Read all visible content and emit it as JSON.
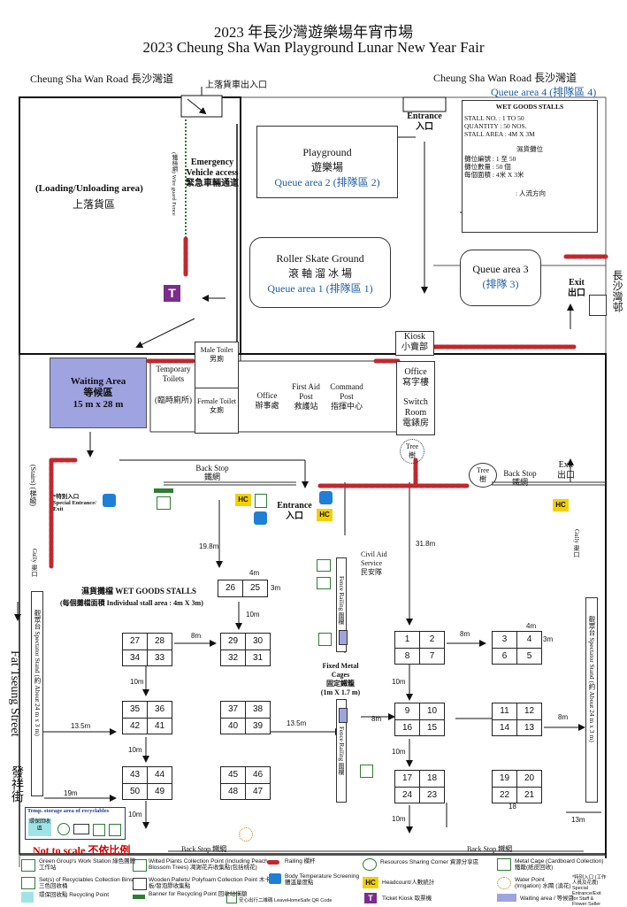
{
  "title_zh": "2023 年長沙灣遊樂場年宵市場",
  "title_en": "2023 Cheung Sha Wan Playground Lunar New Year Fair",
  "roads": {
    "top_left": "Cheung Sha Wan Road  長沙灣道",
    "top_right": "Cheung Sha Wan Road  長沙灣道",
    "loading_gate": "上落貨車出入口",
    "right_side": "長沙灣邨",
    "left_side_en": "Fat Tseung Street",
    "left_side_zh": "發祥街"
  },
  "areas": {
    "queue4": "Queue area 4 (排隊區 4)",
    "loading_en": "(Loading/Unloading area)",
    "loading_zh": "上落貨區",
    "wire_fence": "(鐵絲網) Wire guard Fence",
    "emergency_en1": "Emergency",
    "emergency_en2": "Vehicle access",
    "emergency_zh": "緊急車輛通道",
    "entrance_top_en": "Entrance",
    "entrance_top_zh": "入口",
    "playground_en": "Playground",
    "playground_zh": "遊樂場",
    "queue2": "Queue area 2 (排隊區 2)",
    "roller_en": "Roller Skate Ground",
    "roller_zh": "滾 軸 溜 冰 場",
    "queue1": "Queue area 1 (排隊區 1)",
    "queue3_en": "Queue area 3",
    "queue3_zh": "(排隊 3)",
    "exit_right_en": "Exit",
    "exit_right_zh": "出口",
    "kiosk_en": "Kiosk",
    "kiosk_zh": "小賣部",
    "waiting_en": "Waiting Area",
    "waiting_zh": "等候區",
    "waiting_size": "15 m x 28 m",
    "temp_toilets_en": "Temporary Toilets",
    "temp_toilets_zh": "(臨時廁所)",
    "male_toilet_en": "Male Toilet",
    "male_toilet_zh": "男廁",
    "female_toilet_en": "Female Toilet",
    "female_toilet_zh": "女廁",
    "office_en": "Office",
    "office_zh": "辦事處",
    "firstaid_en": "First Aid Post",
    "firstaid_zh": "救護站",
    "command_en": "Command Post",
    "command_zh": "指揮中心",
    "office2_en": "Office",
    "office2_zh": "寫字樓",
    "switch_en": "Switch Room",
    "switch_zh": "電錶房",
    "tree_en": "Tree",
    "tree_zh": "樹",
    "back_stop": "Back Stop",
    "back_stop_zh": "鐵網",
    "exit_mid_en": "Exit",
    "exit_mid_zh": "出口",
    "entrance_mid_en": "Entrance",
    "entrance_mid_zh": "入口",
    "special_entrance": "*特別入口 Special Entrance/ Exit",
    "stairs": "(Stairs) (梯級)",
    "gully_left": "Gully 渠口",
    "gully_right": "Gully 渠口",
    "spectator_left": "觀眾台  Spectator Stand  (約 About 24 m x 3 m)",
    "spectator_right": "觀眾台  Spectator Stand  (約 About 24 m x 3 m)",
    "civil_aid_en": "Civil Aid Service",
    "civil_aid_zh": "民安隊",
    "fence_railing": "Fence Railing 圍欄",
    "metal_cages_en": "Fixed Metal Cages",
    "metal_cages_zh": "固定鐵籠",
    "metal_cages_size": "(1m X 1.7 m)",
    "wet_goods_title": "濕貨攤檔 WET GOODS STALLS",
    "wet_goods_sub": "(每個攤檔面積 Individual stall area : 4m X 3m)",
    "temp_storage": "Temp. storage area of recyclables",
    "recycling_badge": "環保回收區",
    "not_to_scale": "Not to scale  不依比例"
  },
  "info_box": {
    "title": "WET GOODS STALLS",
    "lines_en": [
      "STALL NO.      :  1 TO 50",
      "QUANTITY      :  50 NOS.",
      "STALL AREA    :  4M X 3M"
    ],
    "title_zh": "濕貨攤位",
    "lines_zh": [
      "攤位編號      :  1 至 50",
      "攤位數量      :  50 個",
      "每個面積      :  4米 X 3米"
    ],
    "flow_label": ": 人流方向"
  },
  "stalls": [
    [
      "26",
      "25",
      "",
      ""
    ],
    [
      "27",
      "28",
      "34",
      "33"
    ],
    [
      "29",
      "30",
      "32",
      "31"
    ],
    [
      "35",
      "36",
      "42",
      "41"
    ],
    [
      "37",
      "38",
      "40",
      "39"
    ],
    [
      "43",
      "44",
      "50",
      "49"
    ],
    [
      "45",
      "46",
      "48",
      "47"
    ],
    [
      "1",
      "2",
      "8",
      "7"
    ],
    [
      "3",
      "4",
      "6",
      "5"
    ],
    [
      "9",
      "10",
      "16",
      "15"
    ],
    [
      "11",
      "12",
      "14",
      "13"
    ],
    [
      "17",
      "18",
      "24",
      "23"
    ],
    [
      "19",
      "20",
      "22",
      "21"
    ]
  ],
  "distances": {
    "d_19_8": "19.8m",
    "d_4m_a": "4m",
    "d_3m_a": "3m",
    "d_10m_a": "10m",
    "d_8m_a": "8m",
    "d_10m_b": "10m",
    "d_13_5_a": "13.5m",
    "d_10m_c": "10m",
    "d_13_5_b": "13.5m",
    "d_19m": "19m",
    "d_10m_d": "10m",
    "d_31_8": "31.8m",
    "d_4m_b": "4m",
    "d_3m_b": "3m",
    "d_8m_b": "8m",
    "d_10m_e": "10m",
    "d_8m_c": "8m",
    "d_8m_d": "8m",
    "d_10m_f": "10m",
    "d_18": "18",
    "d_10m_g": "10m",
    "d_13m": "13m"
  },
  "legend": [
    {
      "icon": "green-group-icon",
      "text": "Green Group's Work Station 綠色團體工作站"
    },
    {
      "icon": "recyclables-bins-icon",
      "text": "Set(s) of Recyclables Collection Bins 三色回收桶"
    },
    {
      "icon": "recycling-point-icon",
      "text": "環保回收點 Recycling Point"
    },
    {
      "icon": "wilted-plants-icon",
      "text": "Wilted Plants Collection Point (including Peach Blossom Trees) 凋謝花卉收集點(包括桃花)"
    },
    {
      "icon": "pallets-icon",
      "text": "Wooden Pallets/ Polyfoam Collection Point 木卡板/發泡膠收集點"
    },
    {
      "icon": "banner-icon",
      "text": "Banner for Recycling Point 回收站橫額"
    },
    {
      "icon": "qr-code-icon",
      "text": "安心出行二維碼 LeaveHomeSafe QR Code"
    },
    {
      "icon": "railing-icon",
      "text": "Railing 欄杆"
    },
    {
      "icon": "thermometer-icon",
      "text": "Body Temperature Screening 體溫量度點"
    },
    {
      "icon": "resources-sharing-icon",
      "text": "Resources Sharing Corner 資源分享區"
    },
    {
      "icon": "headcount-icon",
      "text": "Headcount/人數統計"
    },
    {
      "icon": "ticket-kiosk-icon",
      "text": "Ticket Kiosk 取票機"
    },
    {
      "icon": "metal-cage-icon",
      "text": "Metal Cage (Cardboard Collection) 鐵籠(紙皮回收)"
    },
    {
      "icon": "water-point-icon",
      "text": "Water Point (Irrigation) 水閘 (澆花)"
    },
    {
      "icon": "special-entrance-icon",
      "text": "*特別入口 (工作人員及花農) Special Entrance/Exit for Staff & Flower Seller"
    },
    {
      "icon": "waiting-area-icon",
      "text": "Waiting area / 等候區"
    }
  ],
  "colors": {
    "railing": "#c0282d",
    "waiting_area": "#9fa3e0",
    "hc_badge": "#f5d000",
    "ticket_kiosk": "#7b2d8b",
    "thermometer": "#1e7fd6",
    "blue_text": "#1f5fa8",
    "not_to_scale": "#d40000"
  }
}
